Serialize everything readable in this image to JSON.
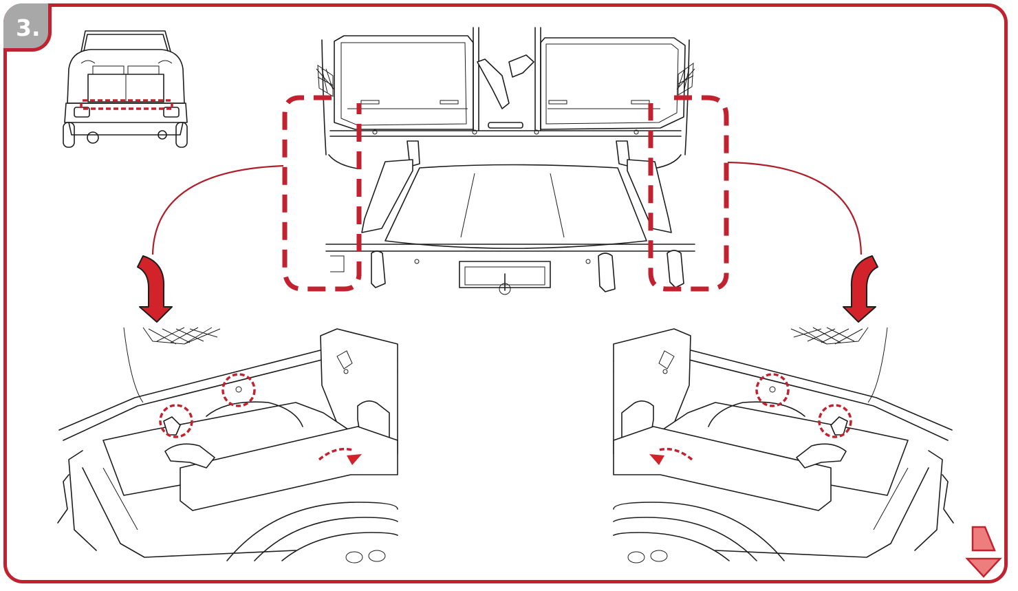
{
  "step": {
    "label": "3."
  },
  "colors": {
    "frame": "#c0232f",
    "tab": "#a8a8a8",
    "arrow": "#d2232a",
    "line": "#1d1d1d",
    "nav": "#ee7e7e"
  },
  "figures": {
    "thumbnail": "vehicle-rear-thumbnail",
    "overview": "trunk-overview-illustration",
    "left_detail": "left-trunk-corner-detail",
    "right_detail": "right-trunk-corner-detail"
  },
  "nav": {
    "icon": "scroll-down-icon"
  }
}
